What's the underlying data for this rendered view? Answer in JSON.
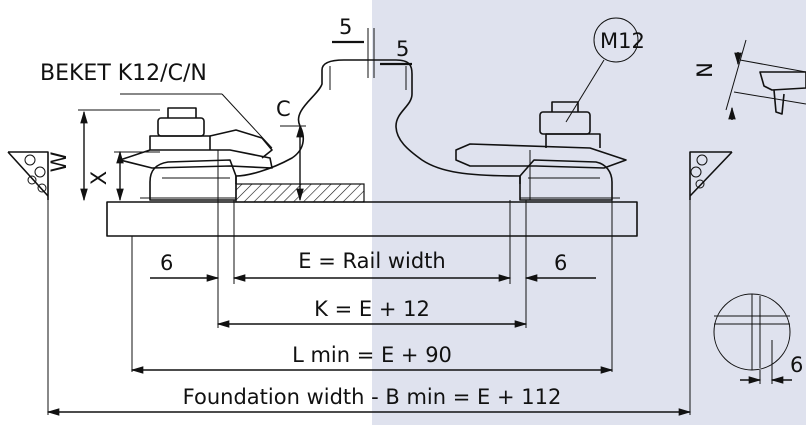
{
  "labels": {
    "part_name": "BEKET K12/C/N",
    "bolt": "M12",
    "dim_c": "C",
    "dim_w": "W",
    "dim_x": "X",
    "dim_n": "N",
    "gap_top": "5",
    "gap_mid": "5",
    "side_left": "6",
    "side_right": "6",
    "detail_6": "6",
    "e_label": "E = Rail width",
    "k_label": "K = E + 12",
    "l_label": "L min = E + 90",
    "b_label": "Foundation width -  B min = E + 112"
  },
  "colors": {
    "line": "#111111",
    "right_panel": "#dfe2ee",
    "background": "#ffffff"
  }
}
